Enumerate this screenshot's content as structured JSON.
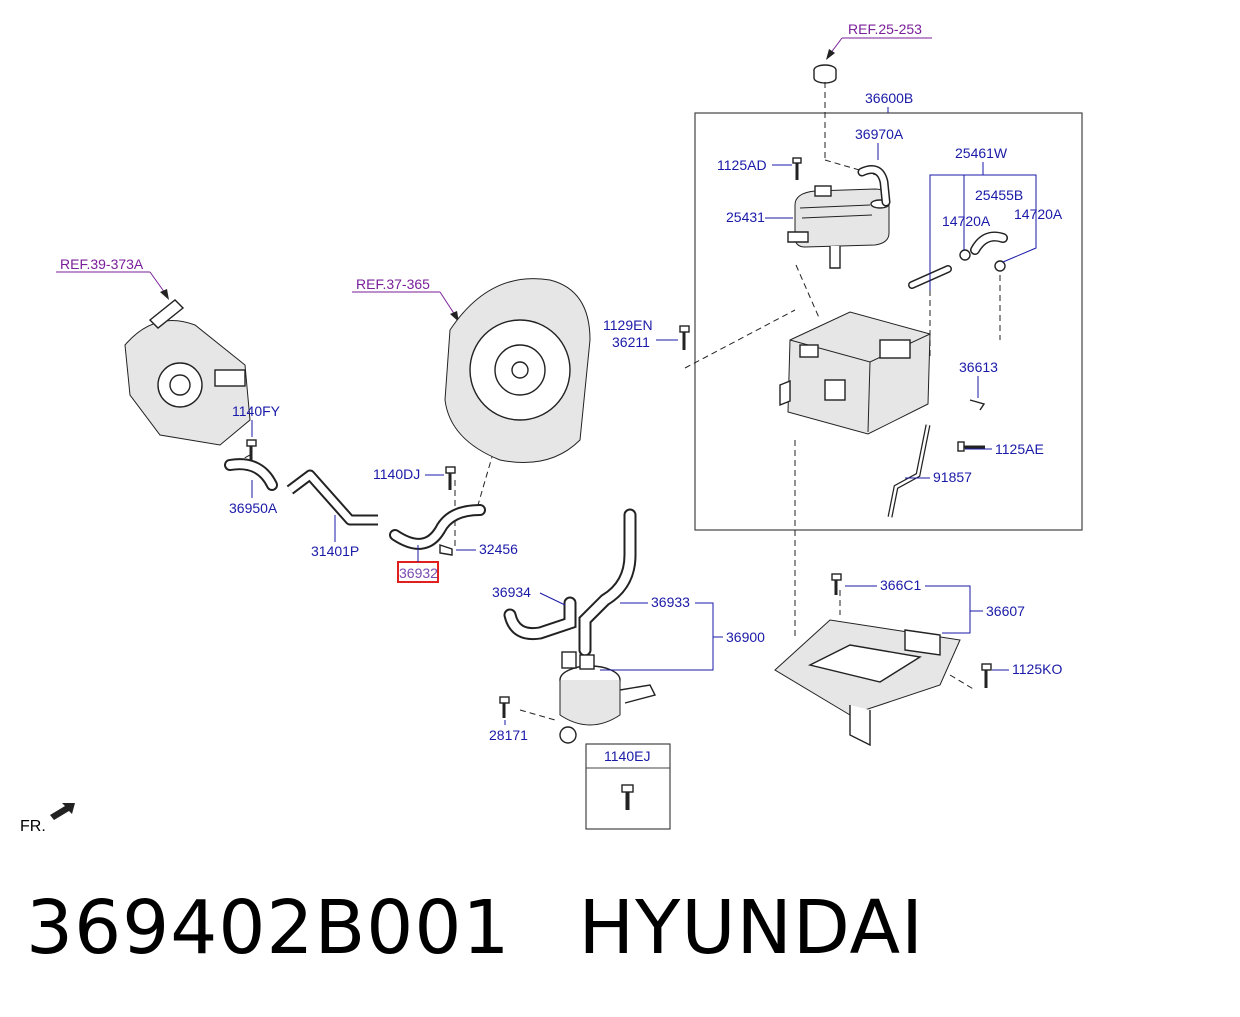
{
  "refs": {
    "r1": "REF.25-253",
    "r2": "REF.39-373A",
    "r3": "REF.37-365"
  },
  "labels": {
    "p36600B": "36600B",
    "p36970A": "36970A",
    "p1125AD": "1125AD",
    "p25461W": "25461W",
    "p25455B": "25455B",
    "p25431": "25431",
    "p14720A_1": "14720A",
    "p14720A_2": "14720A",
    "p1129EN": "1129EN",
    "p36211": "36211",
    "p36613": "36613",
    "p1125AE": "1125AE",
    "p91857": "91857",
    "p1140FY": "1140FY",
    "p36950A": "36950A",
    "p31401P": "31401P",
    "p1140DJ": "1140DJ",
    "p32456": "32456",
    "p36932": "36932",
    "p36934": "36934",
    "p36933": "36933",
    "p36900": "36900",
    "p366C1": "366C1",
    "p36607": "36607",
    "p1125KO": "1125KO",
    "p28171": "28171",
    "p1140EJ": "1140EJ"
  },
  "direction_label": "FR.",
  "footer": {
    "part_number": "369402B001",
    "brand": "HYUNDAI"
  },
  "highlight_color": "#e02020",
  "callout_color": "#1a1aa8",
  "ref_color": "#7a1f9a"
}
